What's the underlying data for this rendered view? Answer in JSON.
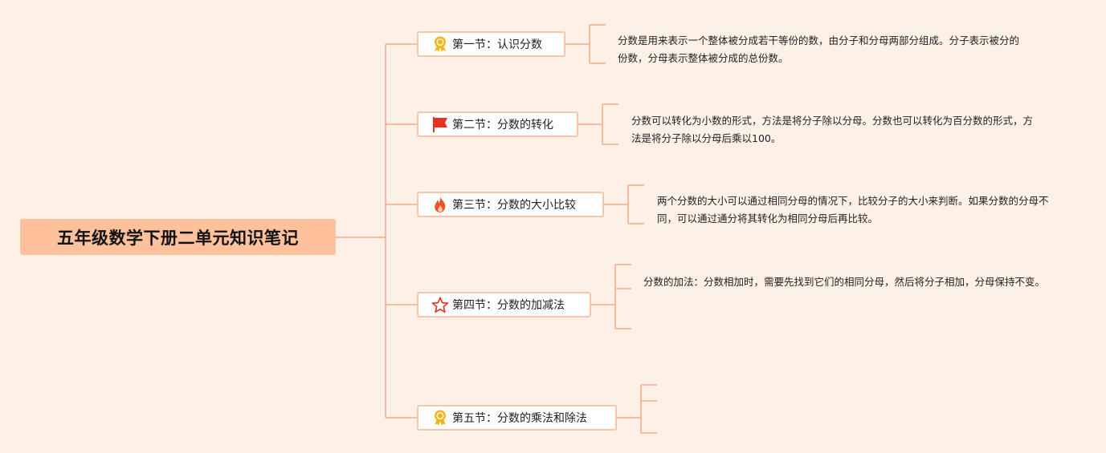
{
  "title": "五年级数学下册二单元知识笔记",
  "sections": [
    {
      "label": "第一节：认识分数",
      "icon": "award-medal-icon",
      "note": "分数是用来表示一个整体被分成若干等份的数，由分子和分母两部分组成。分子表示被分的份数，分母表示整体被分成的总份数。"
    },
    {
      "label": "第二节：分数的转化",
      "icon": "red-flag-icon",
      "note": "分数可以转化为小数的形式，方法是将分子除以分母。分数也可以转化为百分数的形式，方法是将分子除以分母后乘以100。"
    },
    {
      "label": "第三节：分数的大小比较",
      "icon": "fire-icon",
      "note": "两个分数的大小可以通过相同分母的情况下，比较分子的大小来判断。如果分数的分母不同，可以通过通分将其转化为相同分母后再比较。"
    },
    {
      "label": "第四节：分数的加减法",
      "icon": "star-outline-icon",
      "note": "分数的加法：分数相加时，需要先找到它们的相同分母，然后将分子相加，分母保持不变。"
    },
    {
      "label": "第五节：分数的乘法和除法",
      "icon": "award-medal-icon",
      "note": ""
    }
  ],
  "colors": {
    "background": "#fdf0e6",
    "root_fill": "#ffc19c",
    "line": "#f4a98a",
    "node_border": "#f6c6a9",
    "medal": "#f2b51f",
    "flag": "#e53222",
    "fire": "#f05228",
    "star": "#e53222"
  }
}
